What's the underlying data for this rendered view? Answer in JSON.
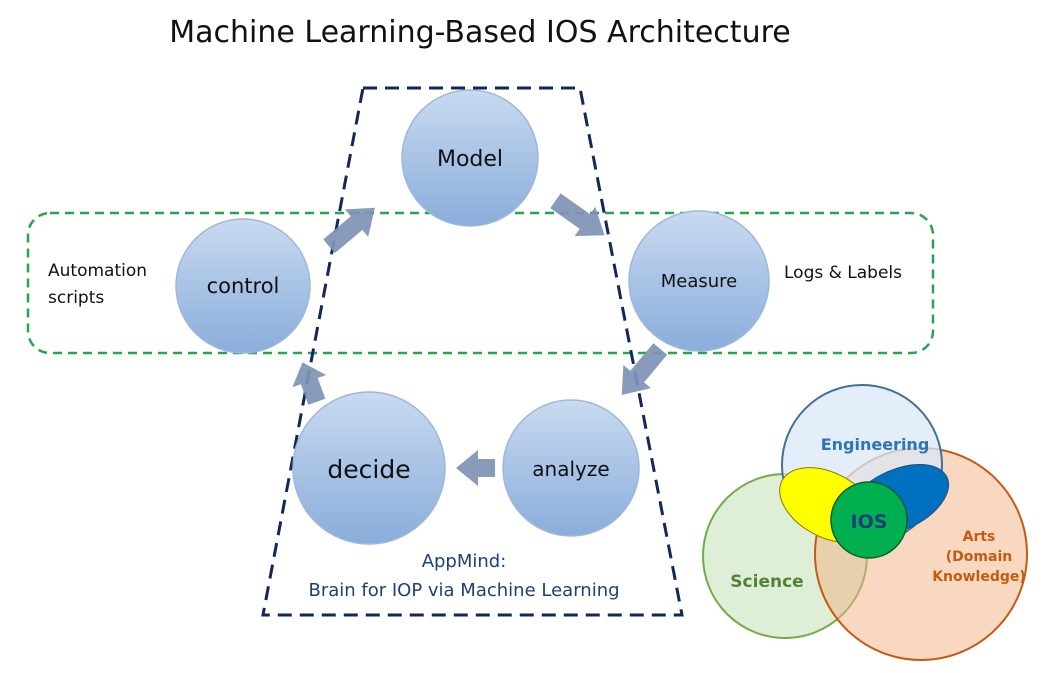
{
  "title": "Machine Learning-Based IOS Architecture",
  "cycle": {
    "model": "Model",
    "measure": "Measure",
    "analyze": "analyze",
    "decide": "decide",
    "control": "control"
  },
  "side_labels": {
    "automation_line1": "Automation",
    "automation_line2": "scripts",
    "logs": "Logs & Labels"
  },
  "appmind": {
    "line1": "AppMind:",
    "line2": "Brain for IOP via Machine Learning"
  },
  "venn": {
    "engineering": "Engineering",
    "science": "Science",
    "arts_line1": "Arts",
    "arts_line2": "(Domain",
    "arts_line3": "Knowledge)",
    "center": "IOS"
  },
  "colors": {
    "node_fill_top": "#c3d5ee",
    "node_fill_bottom": "#8eafdc",
    "arrow": "#7f93b4",
    "trapezoid_border": "#12285a",
    "automation_box_border": "#22a84a",
    "engineering_text": "#2e75b6",
    "science_text": "#548235",
    "arts_text": "#c55a11",
    "ios_circle": "#00b050",
    "yellow_region": "#ffff00",
    "blue_region": "#0070c0"
  }
}
